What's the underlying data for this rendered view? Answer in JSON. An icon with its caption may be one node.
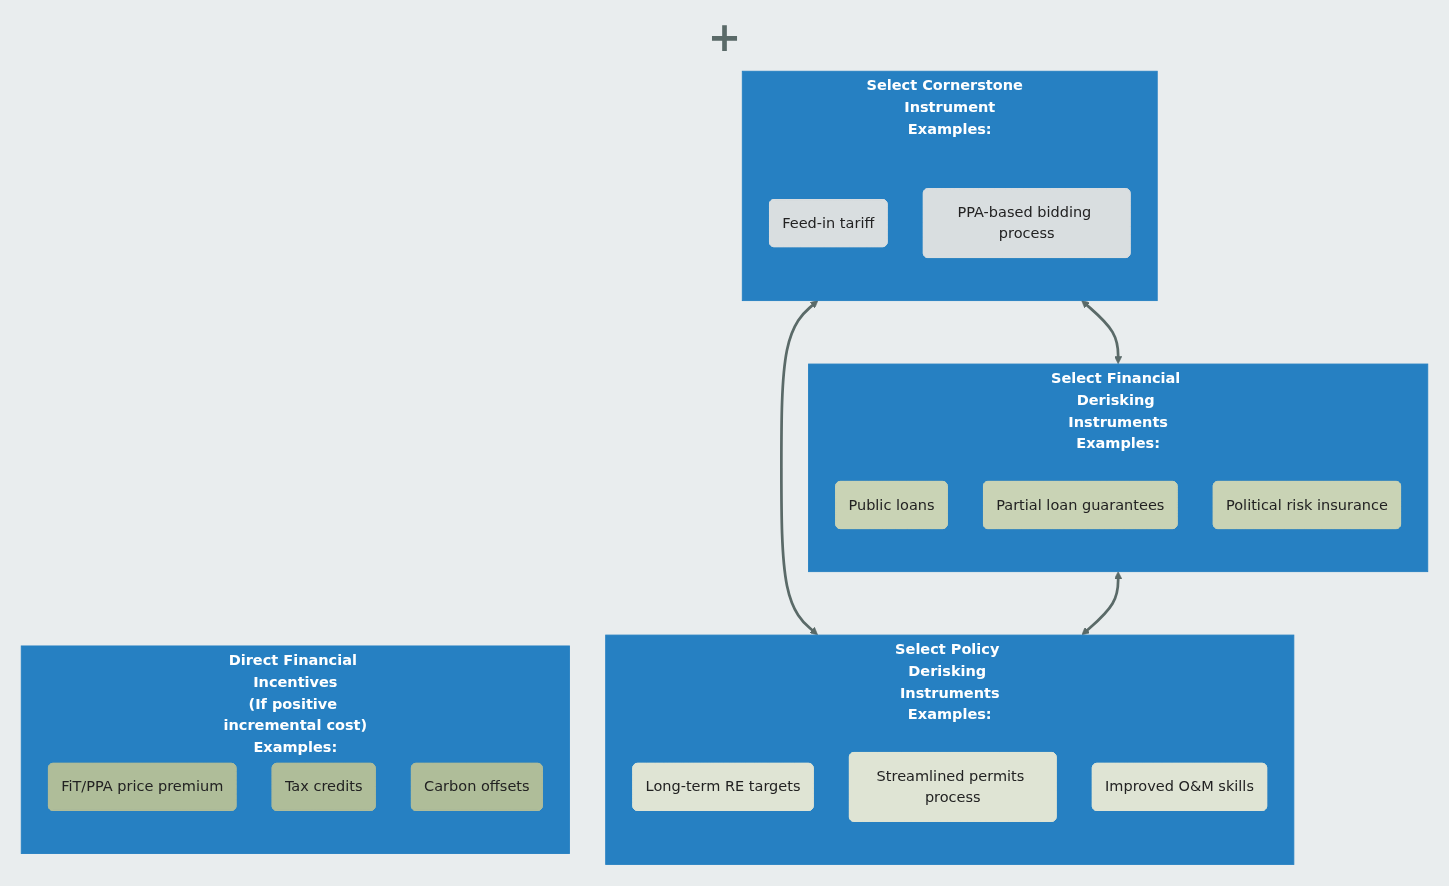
{
  "diagram": {
    "nodes": [
      {
        "text": [
          "Select Cornerstone  Instrument",
          "Examples:"
        ]
      },
      {
        "text": [
          "Feed-in tariff"
        ],
        "in": 0
      },
      {
        "text": [
          "PPA-based bidding process"
        ],
        "in": 0
      },
      {
        "text": [
          "Select Policy Derisking Instruments",
          "Examples:"
        ]
      },
      {
        "text": [
          "Long-term RE targets"
        ],
        "in": 3
      },
      {
        "text": [
          "Streamlined permits process"
        ],
        "in": 3
      },
      {
        "text": [
          "Improved O&M skills"
        ],
        "in": 3
      },
      {
        "text": [
          "Select Financial Derisking Instruments",
          "Examples:"
        ]
      },
      {
        "text": [
          "Public loans"
        ],
        "in": 7
      },
      {
        "text": [
          "Partial loan guarantees"
        ],
        "in": 7
      },
      {
        "text": [
          "Political risk insurance"
        ],
        "in": 7
      },
      {
        "text": [
          "Direct Financial Incentives",
          "(If positive incremental cost)",
          "Examples:"
        ]
      },
      {
        "text": [
          "FiT/PPA price premium"
        ],
        "in": 11
      },
      {
        "text": [
          "Tax credits"
        ],
        "in": 11
      },
      {
        "text": [
          "Carbon offsets"
        ],
        "in": 11
      }
    ],
    "edges": [
      {
        "from": 3,
        "to": 0,
        "arrow": "both"
      },
      {
        "from": 7,
        "to": 0,
        "arrow": "both"
      },
      {
        "from": 3,
        "to": 7,
        "arrow": "both"
      }
    ],
    "labels": [
      "+"
    ]
  }
}
